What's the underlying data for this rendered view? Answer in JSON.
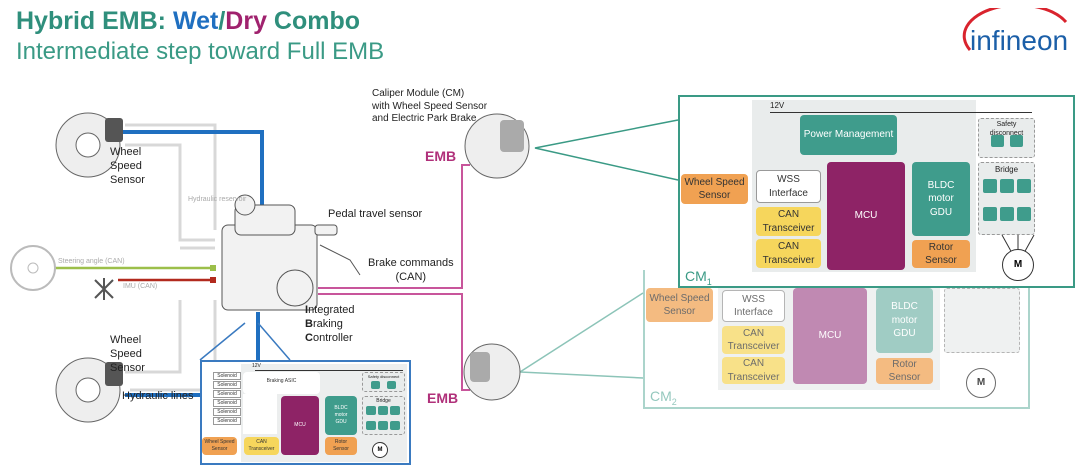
{
  "title": {
    "prefix": "Hybrid EMB: ",
    "wet": "Wet",
    "slash": "/",
    "dry": "Dry",
    "suffix": " Combo",
    "subtitle": "Intermediate step toward Full EMB"
  },
  "logo": {
    "text": "infineon"
  },
  "colors": {
    "teal": "#3a9a85",
    "wet_blue": "#1f6fc0",
    "dry_purple": "#a0226e",
    "emb": "#b0307a",
    "mcu": "#8e2366",
    "module": "#3f9c8c",
    "sensor": "#f0a152",
    "can": "#f6d65c"
  },
  "left": {
    "wss_top": "Wheel\nSpeed\nSensor",
    "wss_bottom": "Wheel\nSpeed\nSensor",
    "hydraulic_lines": "Hydraulic lines",
    "hydraulic_reservoir": "Hydraulic reservoir",
    "steering": "Steering angle (CAN)",
    "imu": "IMU (CAN)",
    "pedal": "Pedal travel sensor",
    "brake_commands": "Brake commands\n(CAN)",
    "ibc": [
      "Integrated",
      "Braking",
      "Controller"
    ],
    "ibc_initials": [
      "I",
      "B",
      "C"
    ],
    "ibc_rest": [
      "ntegrated",
      "raking",
      "ontroller"
    ]
  },
  "caliper": {
    "label": "Caliper Module (CM)\nwith Wheel Speed Sensor\nand Electric Park Brake",
    "emb_top": "EMB",
    "emb_bottom": "EMB"
  },
  "cm1": {
    "label": "CM",
    "sub": "1",
    "v12": "12V",
    "power": "Power Management",
    "safety": "Safety disconnect",
    "bridge": "Bridge",
    "wss": "Wheel Speed\nSensor",
    "wss_if": "WSS\nInterface",
    "can1": "CAN\nTransceiver",
    "can2": "CAN\nTransceiver",
    "mcu": "MCU",
    "bldc": "BLDC\nmotor\nGDU",
    "rotor": "Rotor\nSensor",
    "motor": "M"
  },
  "cm2": {
    "label": "CM",
    "sub": "2",
    "wss": "Wheel Speed\nSensor",
    "wss_if": "WSS\nInterface",
    "can1": "CAN\nTransceiver",
    "can2": "CAN\nTransceiver",
    "mcu": "MCU",
    "bldc": "BLDC\nmotor\nGDU",
    "rotor": "Rotor\nSensor",
    "motor": "M"
  },
  "ibc_detail": {
    "v12": "12V",
    "asic": "Braking ASIC",
    "solenoids": [
      "Solenoid",
      "Solenoid",
      "Solenoid",
      "Solenoid",
      "Solenoid",
      "Solenoid"
    ],
    "safety": "Safety disconnect",
    "bridge": "Bridge",
    "mcu": "MCU",
    "bldc": "BLDC\nmotor\nGDU",
    "wss": "Wheel Speed\nSensor",
    "can": "CAN\nTransceiver",
    "rotor": "Rotor\nSensor",
    "motor": "M"
  }
}
